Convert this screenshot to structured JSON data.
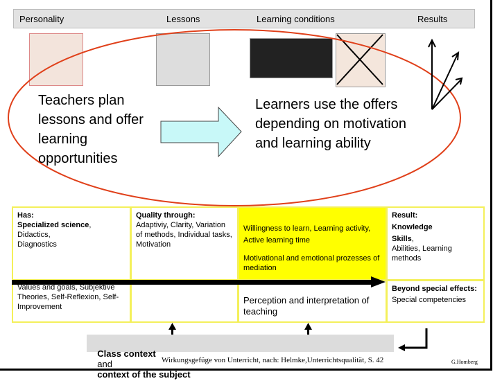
{
  "header": {
    "personality": "Personality",
    "lessons": "Lessons",
    "learning_conditions": "Learning conditions",
    "results": "Results"
  },
  "left_text": "Teachers plan lessons and offer learning opportunities",
  "right_text": "Learners use the offers depending on motivation and learning ability",
  "table": {
    "has_label": "Has:",
    "has_bold": "Specialized science",
    "has_rest": "Didactics,",
    "has_diag": "Diagnostics",
    "quality_label": "Quality through:",
    "quality_text": "Adaptiviy, Clarity, Variation of methods, Individual tasks, Motivation",
    "learning_text1": "Willingness to learn, Learning activity, Active learning time",
    "learning_text2": "Motivational and emotional prozesses of mediation",
    "result_label": "Result:",
    "result_knowledge": "Knowledge",
    "result_skills": "Skills",
    "result_rest": "Abilities, Learning methods",
    "values_text": "Values and goals, Subjektive Theories, Self-Reflexion, Self-Improvement",
    "perception_text": "Perception and interpretation of teaching",
    "beyond_label": "Beyond special effects:",
    "beyond_text": "Special competencies"
  },
  "context": {
    "part1": "Class context",
    "part2": "and",
    "part3": "context of the subject"
  },
  "footer": "Wirkungsgefüge von Unterricht, nach: Helmke,Unterrichtsqualität, S. 42",
  "author": "G.Homberg",
  "colors": {
    "ellipse": "#e0401a",
    "yellow": "#ffff00",
    "border": "#f4f05a",
    "arrow": "#c8f8f8"
  }
}
